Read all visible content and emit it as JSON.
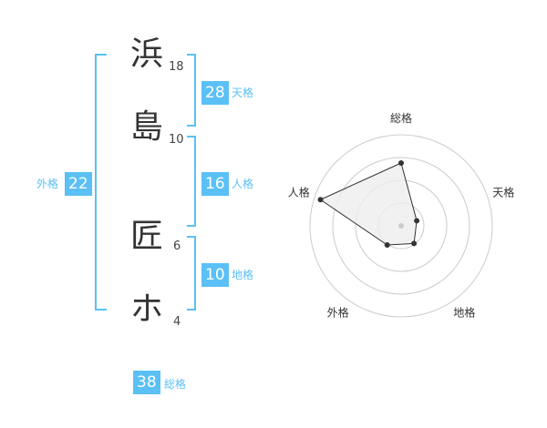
{
  "name": {
    "chars": [
      {
        "char": "浜",
        "strokes": "18"
      },
      {
        "char": "島",
        "strokes": "10"
      },
      {
        "char": "匠",
        "strokes": "6"
      },
      {
        "char": "ホ",
        "strokes": "4"
      }
    ]
  },
  "fortunes": {
    "tenkaku": {
      "value": "28",
      "label": "天格"
    },
    "jinkaku": {
      "value": "16",
      "label": "人格"
    },
    "chikaku": {
      "value": "10",
      "label": "地格"
    },
    "gaikaku": {
      "value": "22",
      "label": "外格"
    },
    "soukaku": {
      "value": "38",
      "label": "総格"
    }
  },
  "colors": {
    "accent": "#5bc0f5",
    "grid": "#cccccc",
    "fill": "#eeeeee",
    "stroke": "#333333"
  },
  "chart_data": {
    "type": "radar",
    "axes": [
      "総格",
      "天格",
      "地格",
      "外格",
      "人格"
    ],
    "values": [
      0.69,
      0.18,
      0.24,
      0.26,
      0.93
    ],
    "rings": 4,
    "max": 1
  }
}
